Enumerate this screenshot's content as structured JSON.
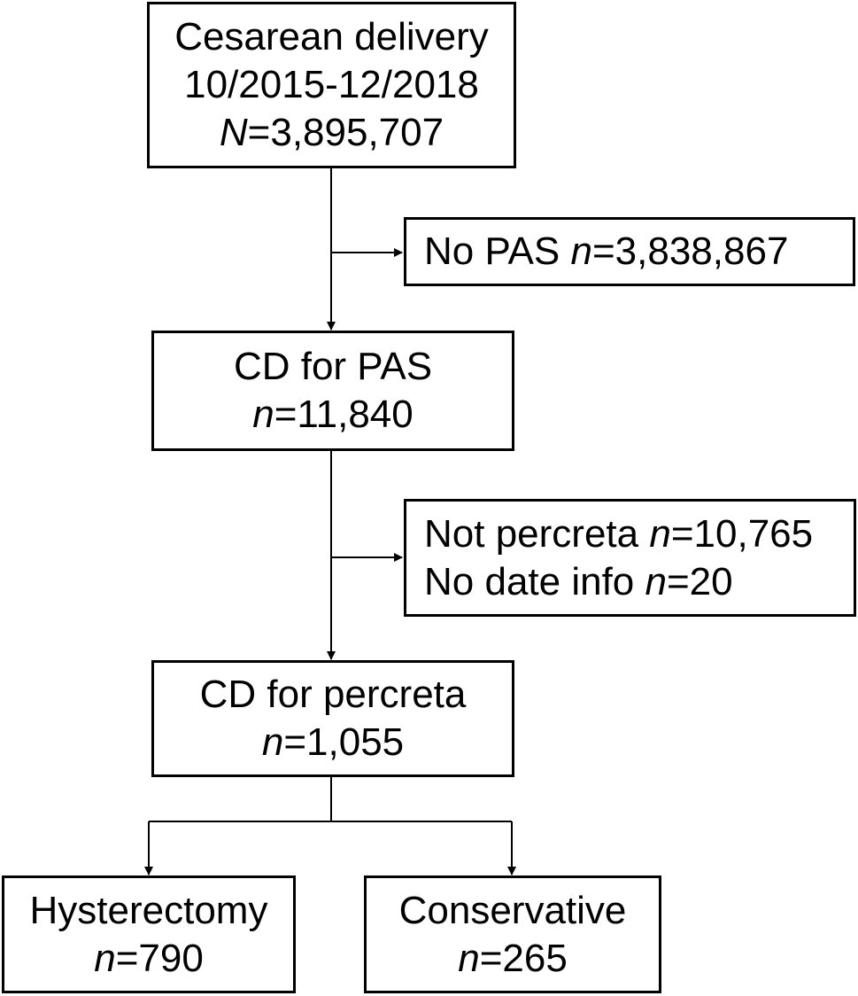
{
  "nodes": {
    "start": {
      "line1": "Cesarean delivery",
      "line2": "10/2015-12/2018",
      "var": "N",
      "value": "=3,895,707"
    },
    "no_pas": {
      "label": "No PAS ",
      "var": "n",
      "value": "=3,838,867"
    },
    "cd_pas": {
      "line1": "CD for PAS",
      "var": "n",
      "value": "=11,840"
    },
    "excluded": {
      "label1": "Not percreta ",
      "var1": "n",
      "value1": "=10,765",
      "label2": "No date info ",
      "var2": "n",
      "value2": "=20"
    },
    "cd_percreta": {
      "line1": "CD for percreta",
      "var": "n",
      "value": "=1,055"
    },
    "hysterectomy": {
      "line1": "Hysterectomy",
      "var": "n",
      "value": "=790"
    },
    "conservative": {
      "line1": "Conservative",
      "var": "n",
      "value": "=265"
    }
  },
  "colors": {
    "stroke": "#000000",
    "background": "#ffffff"
  }
}
